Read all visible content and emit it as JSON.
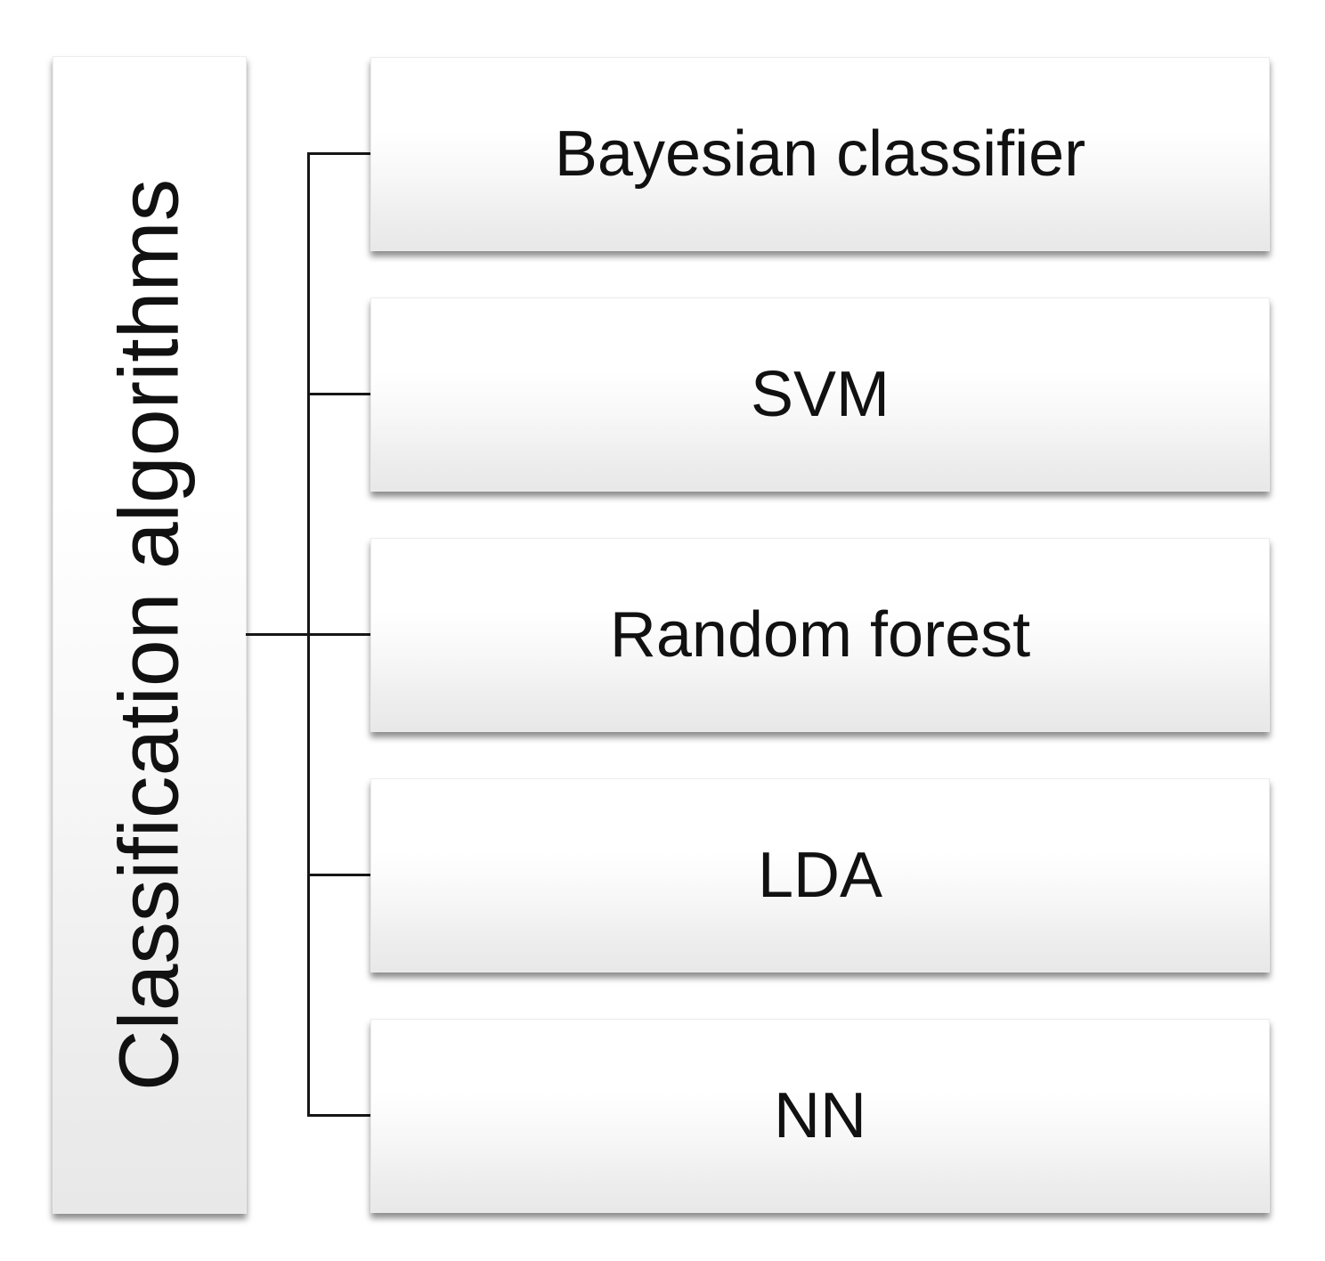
{
  "diagram": {
    "type": "hierarchy",
    "orientation": "horizontal",
    "root": {
      "label": "Classification algorithms"
    },
    "nodes": [
      {
        "label": "Bayesian classifier"
      },
      {
        "label": "SVM"
      },
      {
        "label": "Random forest"
      },
      {
        "label": "LDA"
      },
      {
        "label": "NN"
      }
    ],
    "colors": {
      "connector": "#161616",
      "text": "#111111",
      "box_gradient_top": "#ffffff",
      "box_gradient_bottom": "#e8e8e8",
      "background": "#ffffff"
    }
  }
}
